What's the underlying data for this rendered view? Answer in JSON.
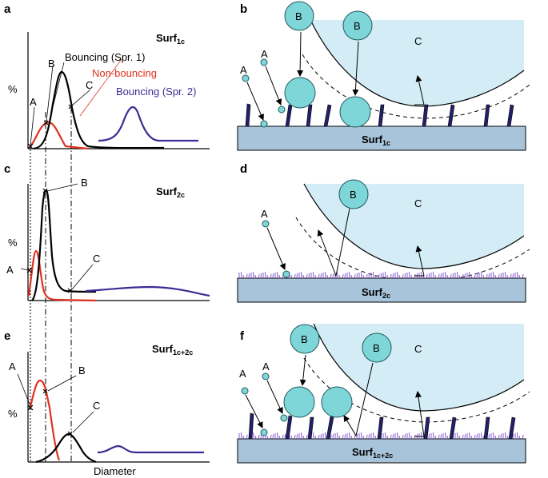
{
  "panels": {
    "a": {
      "letter": "a",
      "surface": "Surf",
      "surface_sub": "1c",
      "series": {
        "spr1": "Bouncing (Spr. 1)",
        "nonbounce": "Non-bouncing",
        "spr2": "Bouncing (Spr. 2)"
      },
      "points": {
        "A": "A",
        "B": "B",
        "C": "C"
      },
      "ylabel": "%"
    },
    "b": {
      "letter": "b",
      "surface": "Surf",
      "surface_sub": "1c",
      "drops": {
        "A": "A",
        "B": "B",
        "C": "C"
      }
    },
    "c": {
      "letter": "c",
      "surface": "Surf",
      "surface_sub": "2c",
      "points": {
        "A": "A",
        "B": "B",
        "C": "C"
      },
      "ylabel": "%"
    },
    "d": {
      "letter": "d",
      "surface": "Surf",
      "surface_sub": "2c",
      "drops": {
        "A": "A",
        "B": "B",
        "C": "C"
      }
    },
    "e": {
      "letter": "e",
      "surface": "Surf",
      "surface_sub": "1c+2c",
      "points": {
        "A": "A",
        "B": "B",
        "C": "C"
      },
      "ylabel": "%"
    },
    "f": {
      "letter": "f",
      "surface": "Surf",
      "surface_sub": "1c+2c",
      "drops": {
        "A": "A",
        "B": "B",
        "C": "C"
      }
    }
  },
  "xlabel": "Diameter",
  "colors": {
    "bouncing": "#000000",
    "nonbouncing": "#e0301e",
    "spr2": "#3a2d94",
    "droplet": "#7fd6d8",
    "droplet_stroke": "#1f5a5c",
    "bigdrop": "#d4ecf6",
    "substrate": "#a7c4da",
    "post": "#22206a",
    "hair": "#8a5bd0"
  }
}
